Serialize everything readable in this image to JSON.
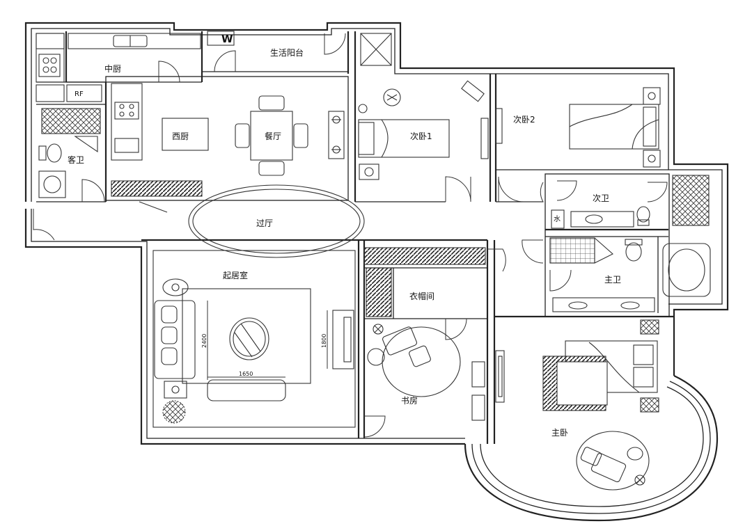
{
  "rooms": {
    "zhongchu": "中厨",
    "shenghuo_yangtai": "生活阳台",
    "xichu": "西厨",
    "canting": "餐厅",
    "ciwo1": "次卧1",
    "ciwo2": "次卧2",
    "kewei": "客卫",
    "guoting": "过厅",
    "ciwei": "次卫",
    "qijushi": "起居室",
    "yimaojian": "衣帽间",
    "zhuwei": "主卫",
    "shufang": "书房",
    "zhuwo": "主卧"
  },
  "symbols": {
    "washer": "W",
    "fridge": "RF",
    "water_heater": "水"
  },
  "dimensions": {
    "living_depth": "2400",
    "living_width": "1650",
    "tv_wall": "1800"
  }
}
